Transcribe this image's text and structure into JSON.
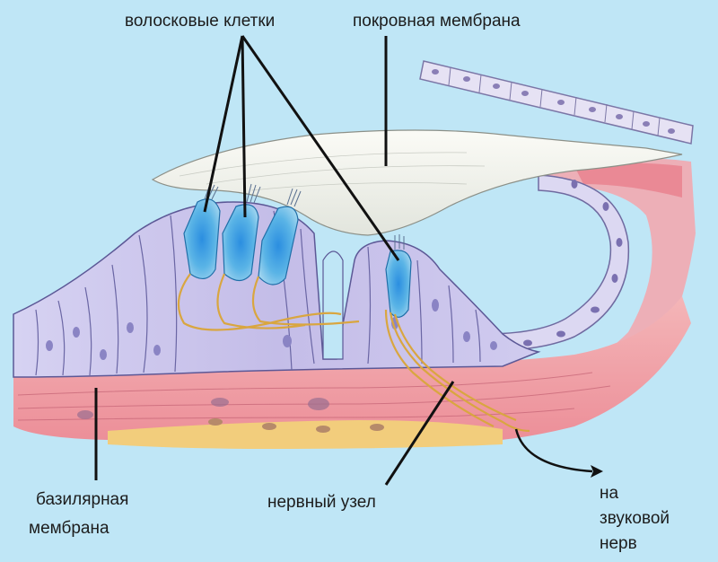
{
  "diagram": {
    "subject": "organ of Corti (cross-section)",
    "background_color": "#bfe6f6",
    "colors": {
      "hair_cell": "#3ea0d8",
      "supporting_cell": "#c9c3ea",
      "tectorial_membrane": "#eef0ea",
      "basilar_membrane": "#f0a0a8",
      "nerve_fibers": "#e3b44a",
      "fat_layer": "#f2cd7c",
      "leader_line": "#111111"
    }
  },
  "labels": {
    "hair_cells": "волосковые клетки",
    "tectorial_membrane": "покровная мембрана",
    "basilar_membrane": {
      "line1": "базилярная",
      "line2": "мембрана"
    },
    "nerve_ganglion": "нервный узел",
    "to_auditory_nerve": {
      "line1": "на",
      "line2": "звуковой",
      "line3": "нерв"
    }
  }
}
